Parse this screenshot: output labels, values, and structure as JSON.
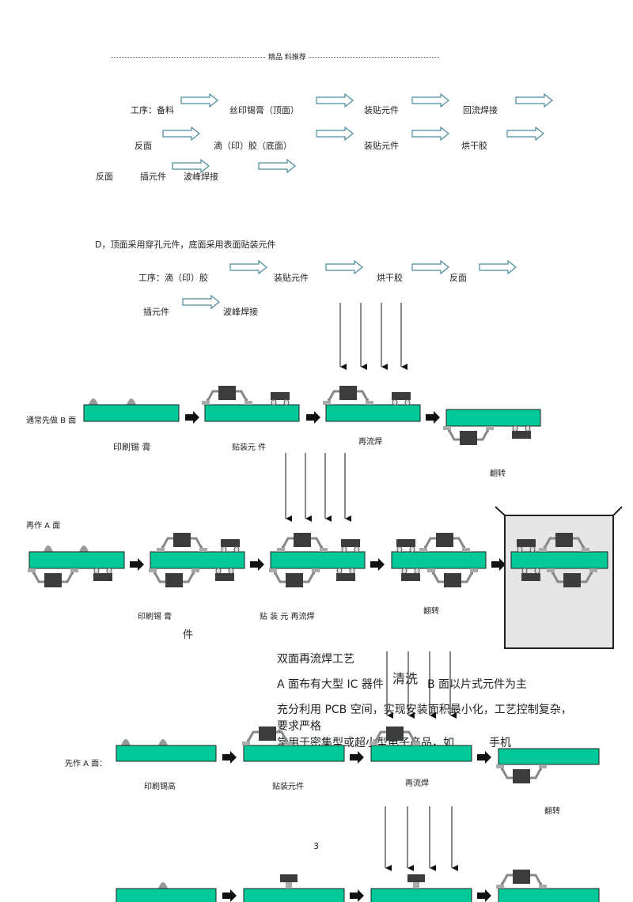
{
  "header": {
    "label": "精品 料推荐"
  },
  "process_rows": {
    "row1": [
      "工序：备料",
      "丝印锡膏（顶面）",
      "装贴元件",
      "回流焊接"
    ],
    "row2": [
      "反面",
      "滴（印）胶（底面）",
      "装贴元件",
      "烘干胶"
    ],
    "row3": [
      "反面",
      "插元件",
      "波峰焊接"
    ]
  },
  "section_d": {
    "title": "D，顶面采用穿孔元件，底面采用表面贴装元件",
    "row1": [
      "工序：滴（印）胶",
      "装贴元件",
      "烘干胶",
      "反面"
    ],
    "row2": [
      "插元件",
      "波峰焊接"
    ]
  },
  "diagram1": {
    "start_label": "通常先做 B 面",
    "captions": [
      "印刷锡  膏",
      "贴装元  件",
      "再流焊",
      "翻转"
    ]
  },
  "diagram2": {
    "start_label": "再作 A 面",
    "captions": [
      "印刷锡  膏",
      "贴   装   元   再流焊",
      "件",
      "翻转"
    ]
  },
  "notes": {
    "title": "双面再流焊工艺",
    "clean": "清洗",
    "line1a": "A 面布有大型 IC 器件",
    "line1b": "B 面以片式元件为主",
    "line2": "充分利用 PCB 空间，实现安装面积最小化，工艺控制复杂，",
    "line3": "要求严格",
    "line4": "常用于密集型或超小型电子产品，如",
    "line4b": "手机"
  },
  "diagram3": {
    "start_label": "先作 A 面：",
    "captions": [
      "印刷锡高",
      "贴装元件",
      "再流焊",
      "翻转"
    ]
  },
  "page_number": "3",
  "colors": {
    "board": "#00c896",
    "component": "#3c3c3c",
    "lead": "#a0a0a0",
    "paste": "#999999",
    "tank": "#e6e6e6"
  }
}
